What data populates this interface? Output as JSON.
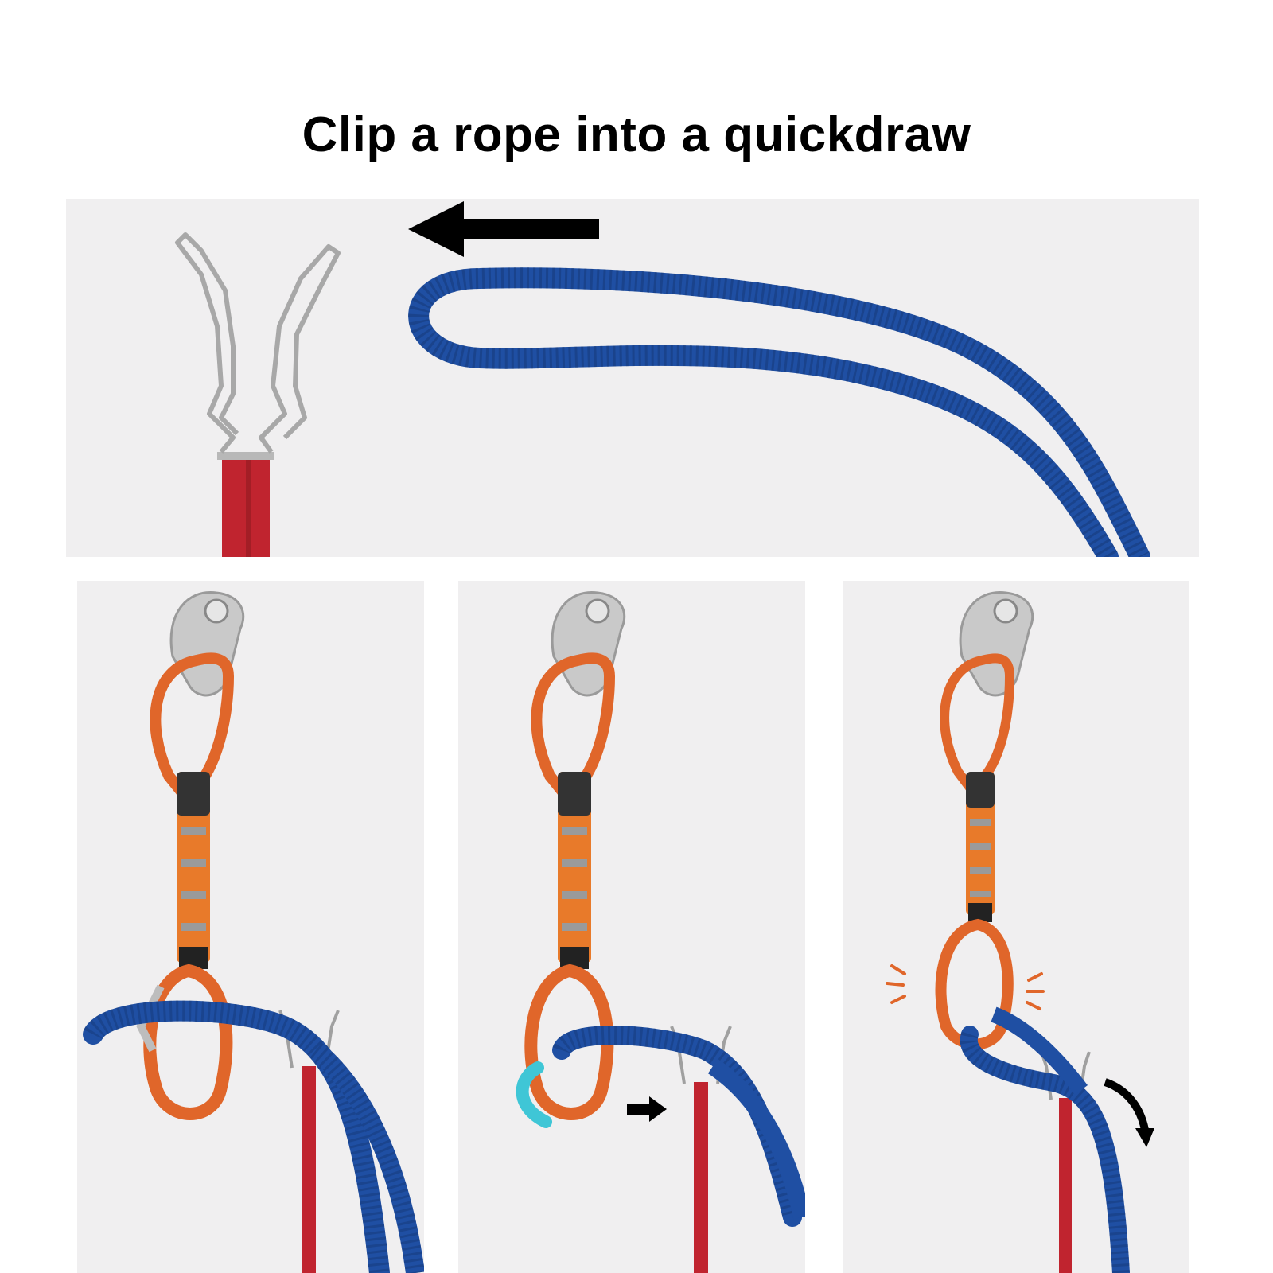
{
  "title": "Clip a rope into a quickdraw",
  "steps": [
    {
      "icon": "rope-loop-and-clip-stick-illustration",
      "arrow": "arrow-left-icon"
    },
    {
      "icon": "rope-held-at-quickdraw-illustration"
    },
    {
      "icon": "rope-pushed-through-gate-illustration",
      "arrow": "arrow-right-icon"
    },
    {
      "icon": "rope-clipped-illustration",
      "arrow": "curved-arrow-down-icon"
    }
  ],
  "colors": {
    "rope": "#1f4fa3",
    "rope_dark": "#163a7a",
    "stick": "#c0242f",
    "carabiner": "#e0662a",
    "sling": "#e87a2a",
    "hanger": "#c9c9c9",
    "panel_bg": "#f0eff0",
    "gate_open": "#3fc6d6"
  }
}
